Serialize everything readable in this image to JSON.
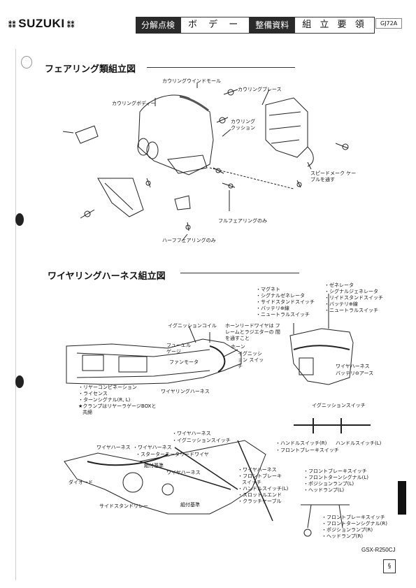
{
  "header": {
    "brand": "SUZUKI",
    "tab_1": "分解点検",
    "tab_2": "ボ デ ー",
    "tab_3": "整備資料",
    "tab_4": "組 立 要 領",
    "code": "GJ72A"
  },
  "section1": {
    "title": "フェアリング類組立図",
    "labels": {
      "windscreen": "カウリングウインドモール",
      "body": "カウリングボディー",
      "brace": "カウリングブレース",
      "cushion": "カウリング クッション",
      "speedo": "スピードメーク ケーブルを通す",
      "full": "フルフェアリングのみ",
      "half": "ハーフフェアリングのみ"
    }
  },
  "section2": {
    "title": "ワイヤリングハーネス組立図",
    "labels": {
      "ignition_coil": "イグニッションコイル",
      "horn_note": "ホーンリードワイヤは フレームとラジエターの 間を通すこと",
      "horn": "ホーン",
      "fuse": "フューエル ゲージ",
      "fan": "ファンモータ",
      "ign_switch": "イグニッション スイッチ",
      "harness": "ワイヤリングハーネス",
      "rear_list": [
        "・リヤーコンビネーション",
        "・ライセンス",
        "・ターンシグナル(R, L)",
        "★クランプはリヤーラゲージBOXと",
        "共締"
      ],
      "left_list": [
        "・マグネト",
        "・シグナルゼネレータ",
        "・サイドスタンドスイッチ",
        "・バッテリ⊕線",
        "・ニュートラルスイッチ"
      ],
      "right_list": [
        "・ゼネレータ",
        "・シグナルジェネレータ",
        "・リイドスタンドスイッチ",
        "・バッテリ⊕線",
        "・ニュートラルスイッチ"
      ],
      "harness_r": "ワイヤハーネス",
      "battery": "バッテリ⊖アース",
      "ign_sw2": "イグニッションスイッチ",
      "handle_r": "・ハンドルスイッチ(R)",
      "handle_l": "ハンドルスイッチ(L)",
      "front_brake": "・フロントブレーキスイッチ",
      "wh_a": "・ワイヤハーネス",
      "ign_a": "・イグニッションスイッチ",
      "wh_b": "ワイヤハーネス",
      "wh_c": "・ワイヤハーネス",
      "starter": "・スターターモータリードワイヤ",
      "kumi1": "組付基準",
      "wh_d": "ワイヤハーネス",
      "diode": "ダイオード",
      "side_relay": "サイドスタンドリレー",
      "kumi2": "組付基準",
      "list3": [
        "・ワイヤハーネス",
        "・フロントブレーキ",
        "スイッチ",
        "・ハンドルスイッチ(L)",
        "・スロットルエンド",
        "・クラッチケーブル"
      ],
      "list4": [
        "・フロントブレーキスイッチ",
        "・フロントターンシグナル(L)",
        "・ポジションランプ(L)",
        "・ヘッドランプ(L)"
      ],
      "list5": [
        "・フロントブレーキスイッチ",
        "・フロントターンシグナル(R)",
        "・ポジションランプ(R)",
        "・ヘッドランプ(R)"
      ]
    }
  },
  "footer": {
    "model": "GSX-R250CJ"
  }
}
